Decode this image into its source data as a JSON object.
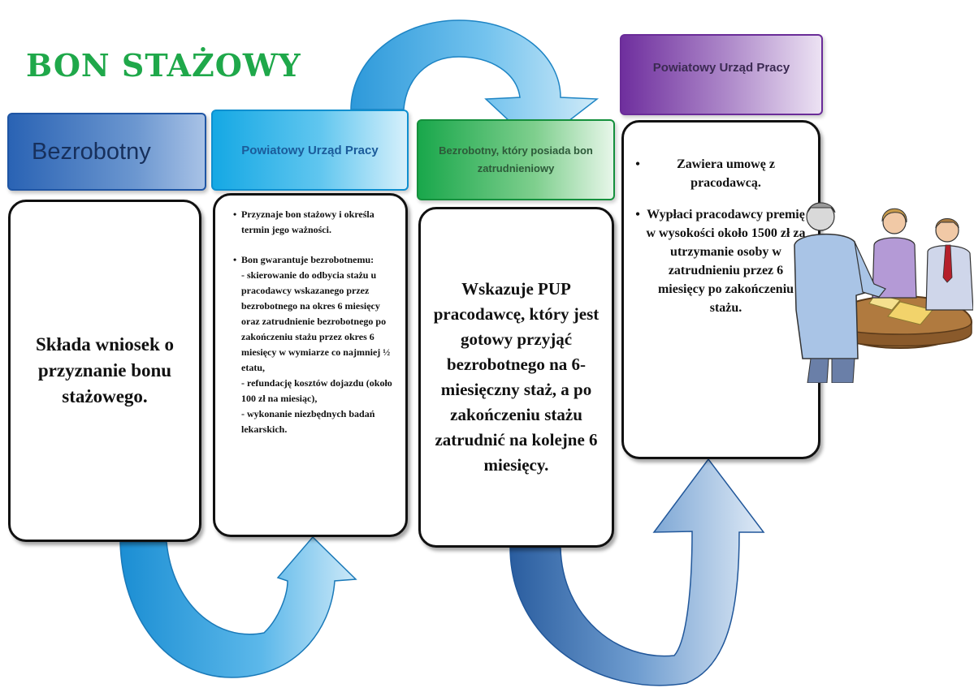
{
  "title": "BON STAŻOWY",
  "steps": [
    {
      "header": "Bezrobotny",
      "body": "Składa wniosek o przyznanie bonu stażowego."
    },
    {
      "header": "Powiatowy Urząd Pracy",
      "bullet1": "Przyznaje bon stażowy i określa termin jego ważności.",
      "bullet2_intro": "Bon gwarantuje bezrobotnemu:",
      "bullet2_items": [
        "- skierowanie do odbycia stażu u pracodawcy wskazanego przez bezrobotnego na okres 6 miesięcy oraz zatrudnienie bezrobotnego po zakończeniu stażu przez okres 6 miesięcy w wymiarze co najmniej ½ etatu,",
        "- refundację kosztów dojazdu (około 100 zł na miesiąc),",
        "- wykonanie niezbędnych badań lekarskich."
      ]
    },
    {
      "header": "Bezrobotny, który posiada bon zatrudnieniowy",
      "body": "Wskazuje PUP pracodawcę, który jest gotowy przyjąć bezrobotnego na 6-miesięczny staż, a po zakończeniu stażu zatrudnić na kolejne 6 miesięcy."
    },
    {
      "header": "Powiatowy Urząd Pracy",
      "bullet1": "Zawiera umowę z pracodawcą.",
      "bullet2": "Wypłaci pracodawcy premię w wysokości około 1500 zł za utrzymanie osoby w zatrudnieniu przez 6 miesięcy po zakończeniu stażu."
    }
  ],
  "bullet_symbol": "•",
  "colors": {
    "title": "#1fa84a",
    "step1": "#2a63b4",
    "step2": "#15a8e4",
    "step3": "#19a74b",
    "step4": "#6f2f9e",
    "arrow": "#2e8fd6"
  },
  "illustration": "business-meeting-clipart"
}
